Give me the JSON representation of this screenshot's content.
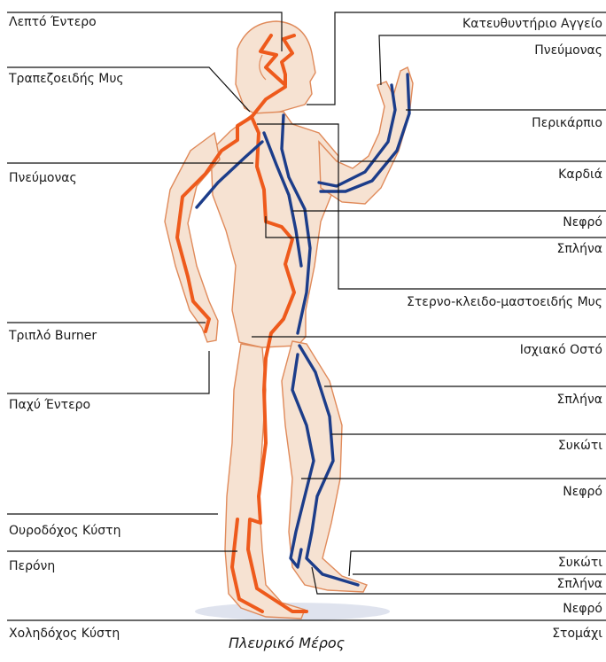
{
  "left_labels": [
    "Λεπτό Έντερο",
    "Τραπεζοειδής Μυς",
    "Πνεύμονας",
    "Τριπλό Burner",
    "Παχύ Έντερο",
    "Ουροδόχος Κύστη",
    "Περόνη",
    "Χοληδόχος Κύστη"
  ],
  "right_labels": [
    "Κατευθυντήριο Αγγείο",
    "Πνεύμονας",
    "Περικάρπιο",
    "Καρδιά",
    "Νεφρό",
    "Σπλήνα",
    "Στερνο-κλειδο-μαστοειδής Μυς",
    "Ισχιακό Οστό",
    "Σπλήνα",
    "Συκώτι",
    "Νεφρό",
    "Συκώτι",
    "Σπλήνα",
    "Νεφρό",
    "Στομάχι"
  ],
  "caption": "Πλευρικό Μέρος",
  "colors": {
    "body_outline": "#e08a5a",
    "body_fill": "#f6e2d2",
    "channel_orange": "#ee5a1c",
    "channel_blue": "#1c3d8a",
    "leader_line": "#111111"
  }
}
